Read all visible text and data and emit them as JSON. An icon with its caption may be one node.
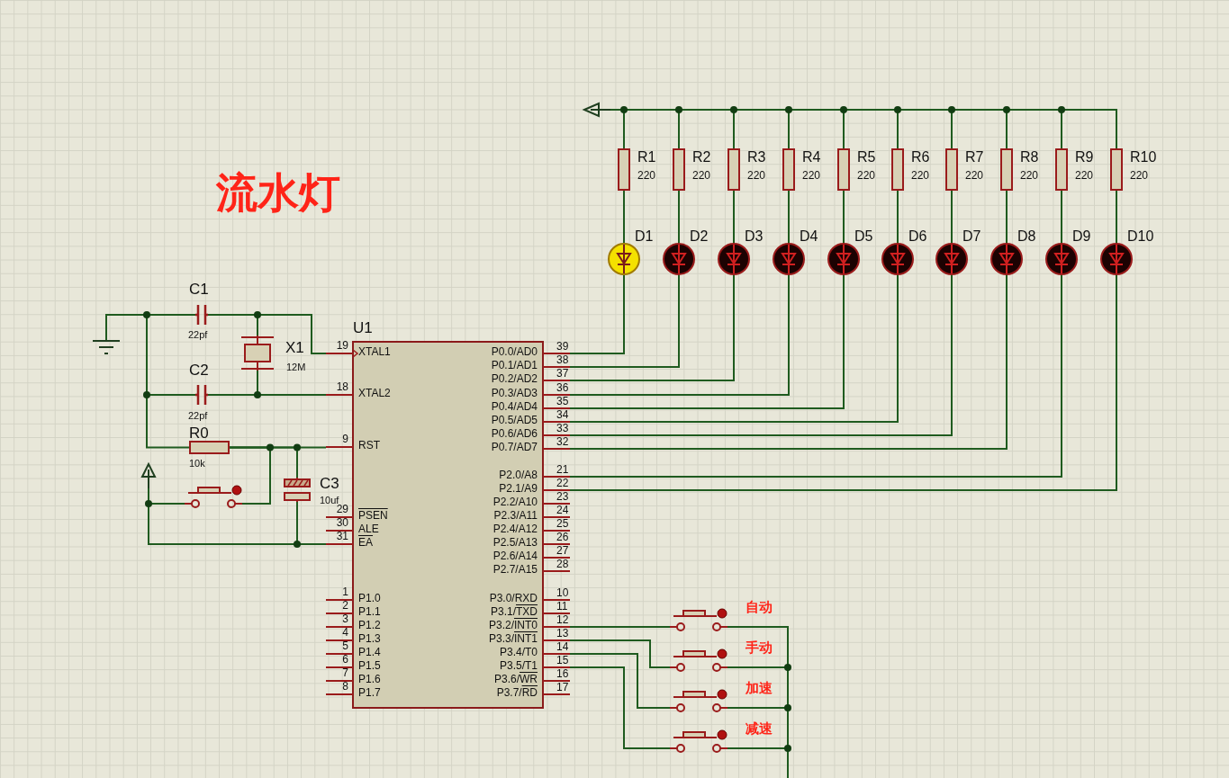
{
  "diagram": {
    "title": "流水灯",
    "nodes": [
      {
        "text": [],
        "shape": "terminal"
      },
      {
        "text": [],
        "shape": "box",
        "beside": [
          "R1",
          "220"
        ]
      },
      {
        "text": [],
        "shape": "box",
        "beside": [
          "R2",
          "220"
        ]
      },
      {
        "text": [],
        "shape": "box",
        "beside": [
          "R3",
          "220"
        ]
      },
      {
        "text": [],
        "shape": "box",
        "beside": [
          "R4",
          "220"
        ]
      },
      {
        "text": [],
        "shape": "box",
        "beside": [
          "R5",
          "220"
        ]
      },
      {
        "text": [],
        "shape": "box",
        "beside": [
          "R6",
          "220"
        ]
      },
      {
        "text": [],
        "shape": "box",
        "beside": [
          "R7",
          "220"
        ]
      },
      {
        "text": [],
        "shape": "box",
        "beside": [
          "R8",
          "220"
        ]
      },
      {
        "text": [],
        "shape": "box",
        "beside": [
          "R9",
          "220"
        ]
      },
      {
        "text": [],
        "shape": "box",
        "beside": [
          "R10",
          "220"
        ]
      },
      {
        "text": [],
        "shape": "circle",
        "beside": [
          "D1"
        ]
      },
      {
        "text": [],
        "shape": "circle",
        "beside": [
          "D2"
        ]
      },
      {
        "text": [],
        "shape": "circle",
        "beside": [
          "D3"
        ]
      },
      {
        "text": [],
        "shape": "circle",
        "beside": [
          "D4"
        ]
      },
      {
        "text": [],
        "shape": "circle",
        "beside": [
          "D5"
        ]
      },
      {
        "text": [],
        "shape": "circle",
        "beside": [
          "D6"
        ]
      },
      {
        "text": [],
        "shape": "circle",
        "beside": [
          "D7"
        ]
      },
      {
        "text": [],
        "shape": "circle",
        "beside": [
          "D8"
        ]
      },
      {
        "text": [],
        "shape": "circle",
        "beside": [
          "D9"
        ]
      },
      {
        "text": [],
        "shape": "circle",
        "beside": [
          "D10"
        ]
      },
      {
        "text": [],
        "shape": "capacitor",
        "beside": [
          "C1",
          "22pf"
        ]
      },
      {
        "text": [],
        "shape": "crystal",
        "beside": [
          "X1",
          "12M"
        ]
      },
      {
        "text": [],
        "shape": "capacitor",
        "beside": [
          "C2",
          "22pf"
        ]
      },
      {
        "text": [],
        "shape": "ground"
      },
      {
        "text": [],
        "shape": "box",
        "beside": [
          "R0",
          "10k"
        ]
      },
      {
        "text": [],
        "shape": "terminal"
      },
      {
        "text": [],
        "shape": "button"
      },
      {
        "text": [],
        "shape": "capacitor",
        "beside": [
          "C3",
          "10uf"
        ]
      },
      {
        "beside": [
          "19",
          "18",
          "9",
          "29",
          "30",
          "31",
          "1",
          "2",
          "3",
          "4",
          "5",
          "6",
          "7",
          "8",
          "39",
          "38",
          "37",
          "36",
          "35",
          "34",
          "33",
          "32",
          "21",
          "22",
          "23",
          "24",
          "25",
          "26",
          "27",
          "28",
          "10",
          "11",
          "12",
          "13",
          "14",
          "15",
          "16",
          "17"
        ],
        "text": [
          "U1",
          "XTAL1",
          "XTAL2",
          "RST",
          "PSEN",
          "ALE",
          "EA",
          "P1.0",
          "P1.1",
          "P1.2",
          "P1.3",
          "P1.4",
          "P1.5",
          "P1.6",
          "P1.7",
          "P0.0/AD0",
          "P0.1/AD1",
          "P0.2/AD2",
          "P0.3/AD3",
          "P0.4/AD4",
          "P0.5/AD5",
          "P0.6/AD6",
          "P0.7/AD7",
          "P2.0/A8",
          "P2.1/A9",
          "P2.2/A10",
          "P2.3/A11",
          "P2.4/A12",
          "P2.5/A13",
          "P2.6/A14",
          "P2.7/A15",
          "P3.0/RXD",
          "P3.1/TXD",
          "P3.2/INT0",
          "P3.3/INT1",
          "P3.4/T0",
          "P3.5/T1",
          "P3.6/WR",
          "P3.7/RD"
        ]
      },
      {
        "text": [],
        "shape": "button",
        "beside": [
          "自动"
        ]
      },
      {
        "text": [],
        "shape": "button",
        "beside": [
          "手动"
        ]
      },
      {
        "text": [],
        "shape": "button",
        "beside": [
          "加速"
        ]
      },
      {
        "text": [],
        "shape": "button",
        "beside": [
          "减速"
        ]
      }
    ],
    "edges": [
      {
        "from": 0,
        "to": 1,
        "arrow": "none"
      },
      {
        "from": 0,
        "to": 2,
        "arrow": "none"
      },
      {
        "from": 0,
        "to": 3,
        "arrow": "none"
      },
      {
        "from": 0,
        "to": 4,
        "arrow": "none"
      },
      {
        "from": 0,
        "to": 5,
        "arrow": "none"
      },
      {
        "from": 0,
        "to": 6,
        "arrow": "none"
      },
      {
        "from": 0,
        "to": 7,
        "arrow": "none"
      },
      {
        "from": 0,
        "to": 8,
        "arrow": "none"
      },
      {
        "from": 0,
        "to": 9,
        "arrow": "none"
      },
      {
        "from": 0,
        "to": 10,
        "arrow": "none"
      },
      {
        "from": 1,
        "to": 11,
        "arrow": "none"
      },
      {
        "from": 2,
        "to": 12,
        "arrow": "none"
      },
      {
        "from": 3,
        "to": 13,
        "arrow": "none"
      },
      {
        "from": 4,
        "to": 14,
        "arrow": "none"
      },
      {
        "from": 5,
        "to": 15,
        "arrow": "none"
      },
      {
        "from": 6,
        "to": 16,
        "arrow": "none"
      },
      {
        "from": 7,
        "to": 17,
        "arrow": "none"
      },
      {
        "from": 8,
        "to": 18,
        "arrow": "none"
      },
      {
        "from": 9,
        "to": 19,
        "arrow": "none"
      },
      {
        "from": 10,
        "to": 20,
        "arrow": "none"
      },
      {
        "from": 11,
        "to": 29,
        "arrow": "none"
      },
      {
        "from": 12,
        "to": 29,
        "arrow": "none"
      },
      {
        "from": 13,
        "to": 29,
        "arrow": "none"
      },
      {
        "from": 14,
        "to": 29,
        "arrow": "none"
      },
      {
        "from": 15,
        "to": 29,
        "arrow": "none"
      },
      {
        "from": 16,
        "to": 29,
        "arrow": "none"
      },
      {
        "from": 17,
        "to": 29,
        "arrow": "none"
      },
      {
        "from": 18,
        "to": 29,
        "arrow": "none"
      },
      {
        "from": 19,
        "to": 29,
        "arrow": "none"
      },
      {
        "from": 20,
        "to": 29,
        "arrow": "none"
      },
      {
        "from": 24,
        "to": 21,
        "arrow": "none"
      },
      {
        "from": 24,
        "to": 23,
        "arrow": "none"
      },
      {
        "from": 24,
        "to": 25,
        "arrow": "none"
      },
      {
        "from": 21,
        "to": 22,
        "arrow": "none"
      },
      {
        "from": 21,
        "to": 29,
        "arrow": "none"
      },
      {
        "from": 23,
        "to": 22,
        "arrow": "none"
      },
      {
        "from": 23,
        "to": 29,
        "arrow": "none"
      },
      {
        "from": 25,
        "to": 27,
        "arrow": "none"
      },
      {
        "from": 25,
        "to": 28,
        "arrow": "none"
      },
      {
        "from": 25,
        "to": 29,
        "arrow": "none"
      },
      {
        "from": 26,
        "to": 27,
        "arrow": "none"
      },
      {
        "from": 26,
        "to": 28,
        "arrow": "none"
      },
      {
        "from": 26,
        "to": 29,
        "arrow": "none"
      },
      {
        "from": 29,
        "to": 30,
        "arrow": "none"
      },
      {
        "from": 29,
        "to": 31,
        "arrow": "none"
      },
      {
        "from": 29,
        "to": 32,
        "arrow": "none"
      },
      {
        "from": 29,
        "to": 33,
        "arrow": "none"
      },
      {
        "from": 30,
        "to": null,
        "arrow": "none"
      },
      {
        "from": 31,
        "to": null,
        "arrow": "none"
      },
      {
        "from": 32,
        "to": null,
        "arrow": "none"
      },
      {
        "from": 33,
        "to": null,
        "arrow": "none"
      }
    ]
  }
}
